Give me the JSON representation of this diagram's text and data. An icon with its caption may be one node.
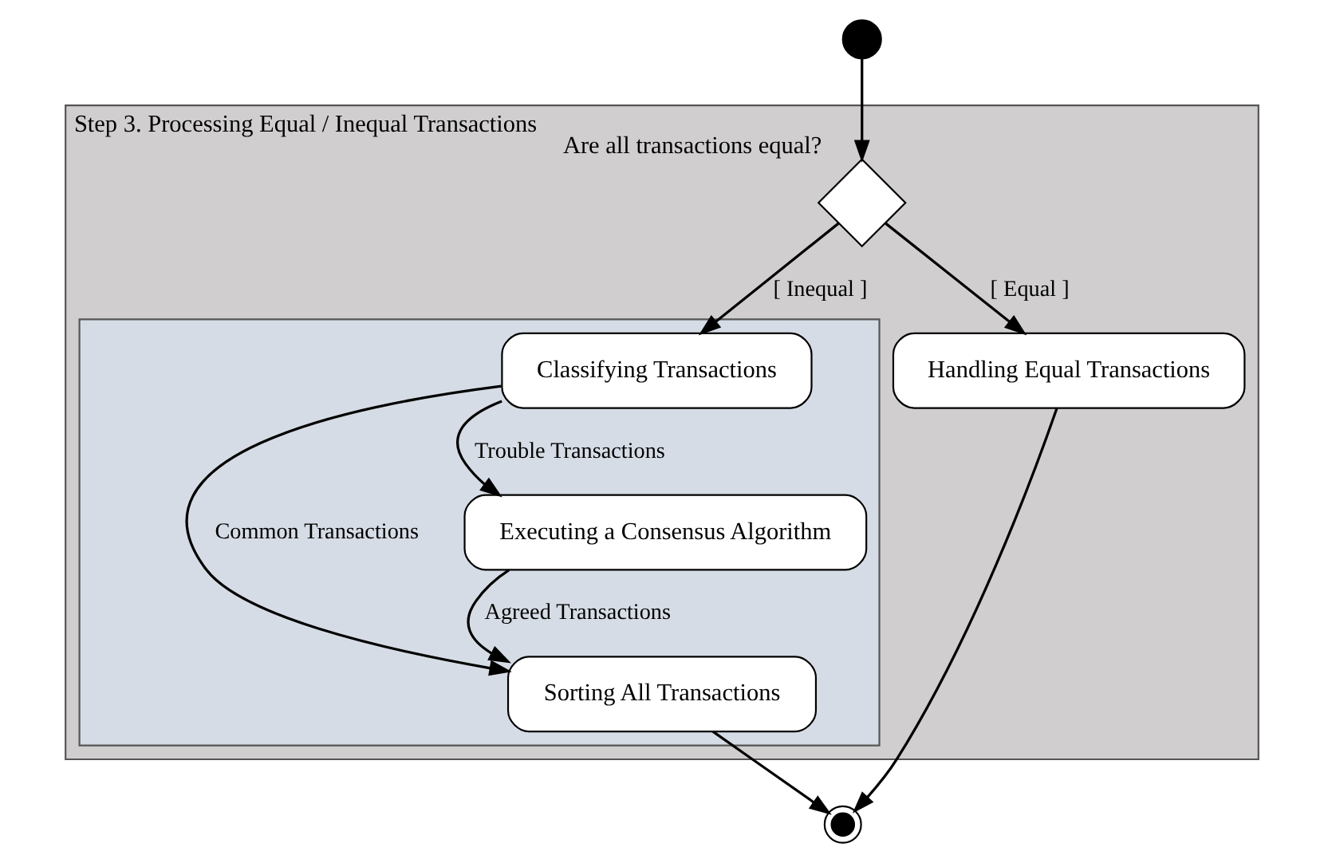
{
  "diagram": {
    "nodes": [
      {
        "text": [],
        "shape": "circle"
      },
      {
        "text": [
          "Step 3. Processing Equal / Inequal Transactions"
        ]
      },
      {
        "text": [],
        "shape": "diamond",
        "in": 1,
        "beside": [
          "Are all transactions equal?"
        ]
      },
      {
        "text": [
          "Handling Equal Transactions"
        ],
        "in": 1
      },
      {
        "text": [],
        "shape": "box",
        "in": 1
      },
      {
        "text": [
          "Classifying Transactions"
        ],
        "in": 4
      },
      {
        "text": [
          "Executing a Consensus Algorithm"
        ],
        "in": 4
      },
      {
        "text": [
          "Sorting All Transactions"
        ],
        "in": 4
      },
      {
        "text": [],
        "shape": "circle"
      }
    ],
    "edges": [
      {
        "from": 0,
        "to": 2,
        "arrow": "to"
      },
      {
        "from": 2,
        "to": 3,
        "arrow": "to",
        "label": "[ Equal ]"
      },
      {
        "from": 2,
        "to": 5,
        "arrow": "to",
        "label": "[ Inequal ]"
      },
      {
        "from": 5,
        "to": 7,
        "arrow": "to",
        "label": "Common Transactions"
      },
      {
        "from": 5,
        "to": 6,
        "arrow": "to",
        "label": "Trouble Transactions"
      },
      {
        "from": 6,
        "to": 7,
        "arrow": "to",
        "label": "Agreed Transactions"
      },
      {
        "from": 3,
        "to": 8,
        "arrow": "to"
      },
      {
        "from": 7,
        "to": 8,
        "arrow": "to"
      }
    ]
  }
}
